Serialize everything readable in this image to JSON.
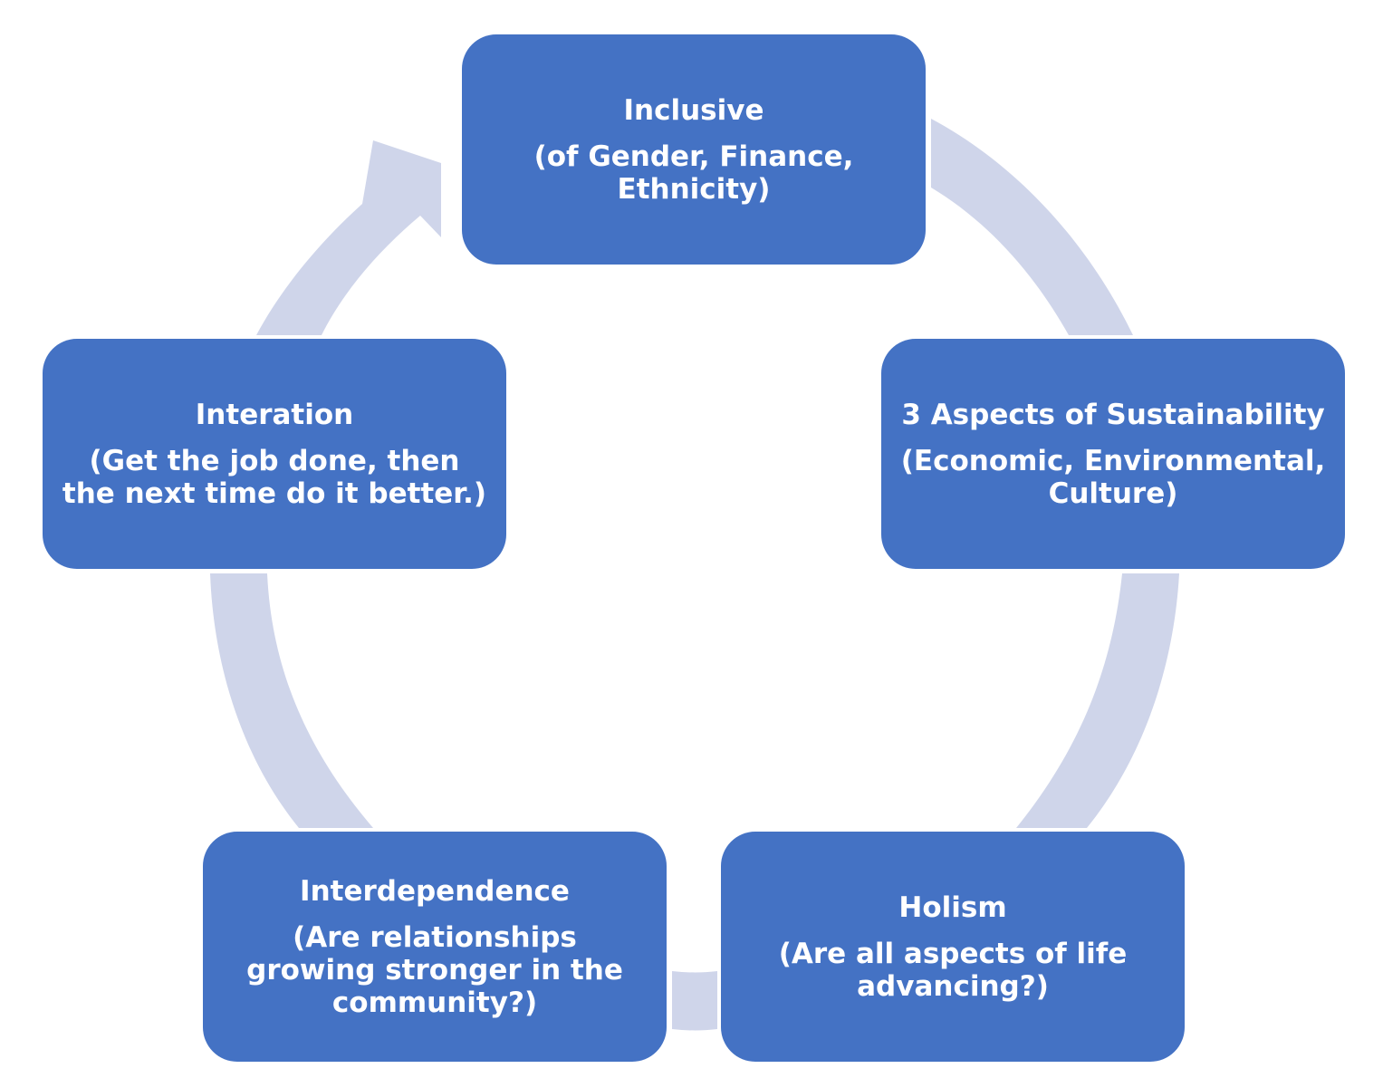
{
  "colors": {
    "node_fill": "#4472c4",
    "ring": "#cfd5ea",
    "text": "#ffffff",
    "background": "#ffffff"
  },
  "nodes": [
    {
      "title": "Inclusive",
      "description": "(of Gender, Finance, Ethnicity)"
    },
    {
      "title": "3 Aspects of Sustainability",
      "description": "(Economic, Environmental, Culture)"
    },
    {
      "title": "Holism",
      "description": "(Are all aspects of life advancing?)"
    },
    {
      "title": "Interdependence",
      "description": "(Are relationships growing stronger in the community?)"
    },
    {
      "title": "Interation",
      "description": "(Get the job done, then the next time do it better.)"
    }
  ]
}
